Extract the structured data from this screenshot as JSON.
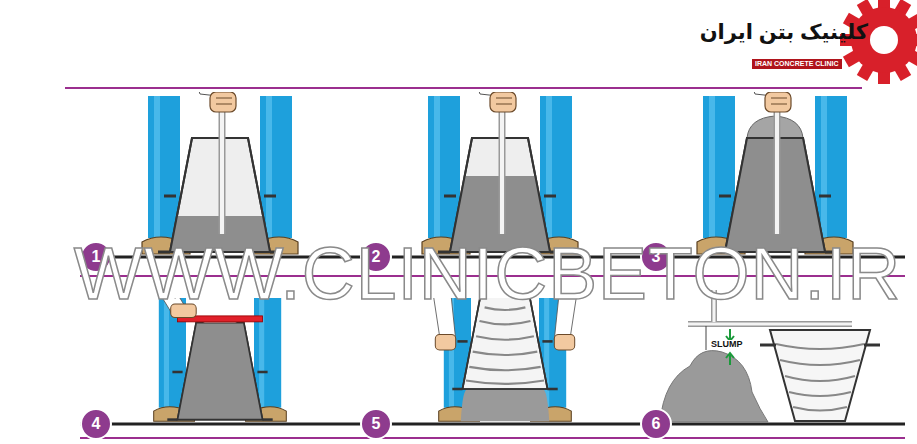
{
  "diagram": {
    "labels": [
      "کلینیک بتن ایران",
      "IRAN CONCRETE CLINIC",
      "WWW.CLINICBETON.IR",
      "1",
      "2",
      "3",
      "4",
      "5",
      "6",
      "SLUMP"
    ]
  }
}
